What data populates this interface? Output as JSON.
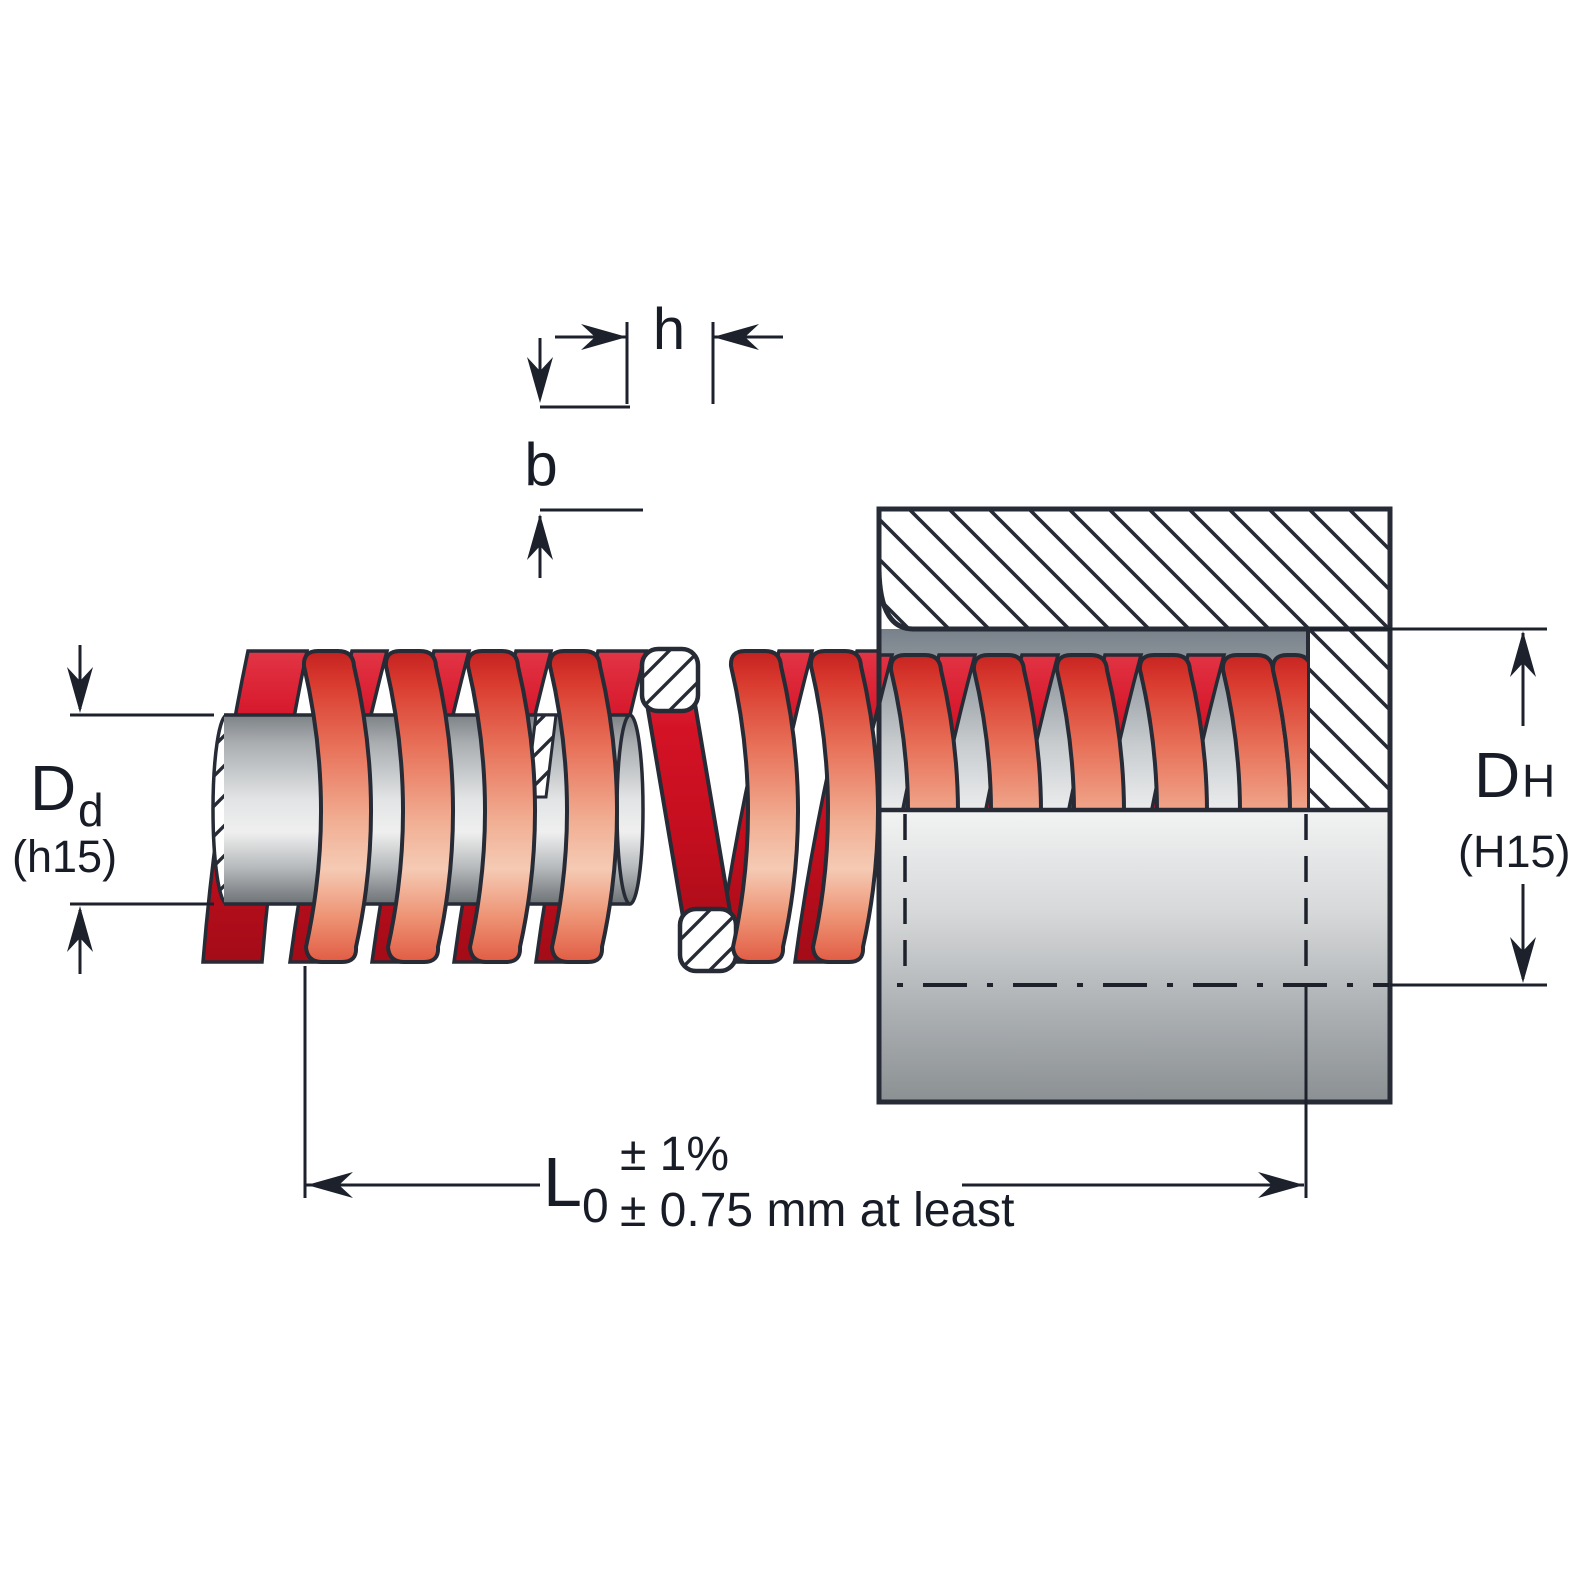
{
  "diagram": {
    "labels": {
      "wire_width": "h",
      "wire_height": "b",
      "rod_dia_main": "D",
      "rod_dia_sub": "d",
      "rod_dia_tol": "(h15)",
      "bore_dia_main": "D",
      "bore_dia_sub": "H",
      "bore_dia_tol": "(H15)",
      "free_len_main": "L",
      "free_len_sub": "0",
      "free_len_tol1": "± 1%",
      "free_len_tol2": "± 0.75 mm at least"
    }
  },
  "colors": {
    "outline": "#262b36",
    "dim_line": "#1c212c",
    "white": "#ffffff",
    "band_stops": [
      "#c32120",
      "#d93a2e",
      "#e76f57",
      "#f1af94",
      "#f5cab4",
      "#ee9576",
      "#e15c44"
    ],
    "rear_stops": [
      "#e23545",
      "#d41226",
      "#c30e1e",
      "#a30c17"
    ],
    "rod_stops": [
      "#7d8286",
      "#aaaeb1",
      "#e2e4e5",
      "#efefef",
      "#b8bcbe",
      "#6d7276"
    ],
    "bore_stops": [
      "#78818a",
      "#9aa1a6",
      "#c9cdd0",
      "#ebeced"
    ],
    "lower_stops": [
      "#f2f3f3",
      "#d6d8d9",
      "#abafb2",
      "#8b9093"
    ]
  }
}
